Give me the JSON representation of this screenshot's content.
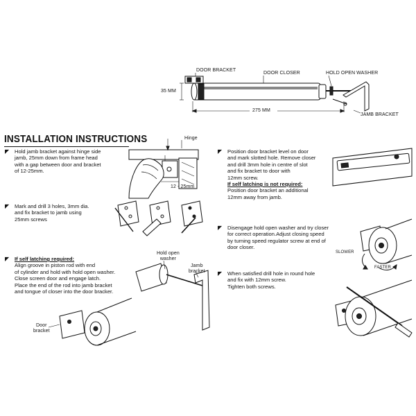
{
  "top_diagram": {
    "door_bracket": "DOOR BRACKET",
    "door_closer": "DOOR CLOSER",
    "hold_open_washer": "HOLD OPEN WASHER",
    "jamb_bracket": "JAMB BRACKET",
    "height_dim": "35 MM",
    "length_dim": "275 MM"
  },
  "heading": "INSTALLATION INSTRUCTIONS",
  "steps": [
    {
      "id": "step-1",
      "lines": [
        {
          "text": "Hold jamb bracket against hinge side"
        },
        {
          "text": "jamb, 25mm down from frame head"
        },
        {
          "text": "with a gap between door and bracket"
        },
        {
          "text": "of 12-25mm."
        }
      ]
    },
    {
      "id": "step-2",
      "lines": [
        {
          "text": "Mark and drill 3 holes, 3mm dia."
        },
        {
          "text": "and fix bracket to jamb using"
        },
        {
          "text": "25mm screws"
        }
      ]
    },
    {
      "id": "step-3",
      "lines": [
        {
          "text": "If self latching required:",
          "bold": true
        },
        {
          "text": "Align groove in piston rod with end"
        },
        {
          "text": "of cylinder and hold with hold open washer."
        },
        {
          "text": "Close screen door and engage latch."
        },
        {
          "text": "Place the end of the rod into jamb bracket"
        },
        {
          "text": "and tongue of closer into the door bracker."
        }
      ]
    },
    {
      "id": "step-4",
      "lines": [
        {
          "text": "Position door bracket level on door"
        },
        {
          "text": "and mark slotted hole. Remove closer"
        },
        {
          "text": "and drill 3mm hole in centre of slot"
        },
        {
          "text": "and fix bracket to door with"
        },
        {
          "text": "12mm screw."
        },
        {
          "text": "If self latching is not required:",
          "bold": true
        },
        {
          "text": "Position door bracket an additional"
        },
        {
          "text": "12mm away from jamb."
        }
      ]
    },
    {
      "id": "step-5",
      "lines": [
        {
          "text": "Disengage hold open washer and try closer"
        },
        {
          "text": "for correct operation.Adjust closing speed"
        },
        {
          "text": "by turning speed regulator screw at end of"
        },
        {
          "text": "door closer."
        }
      ]
    },
    {
      "id": "step-6",
      "lines": [
        {
          "text": "When satisfied drill hole in round hole"
        },
        {
          "text": "and fix with 12mm screw."
        },
        {
          "text": "Tighten both screws."
        }
      ]
    }
  ],
  "figure_labels": {
    "hinge": "Hinge",
    "gap_range": "12 - 25mm",
    "hold_open_washer": "Hold open\nwasher",
    "jamb_bracket": "Jamb\nbracket",
    "door_bracket": "Door\nbracket",
    "slower": "SLOWER",
    "faster": "FASTER"
  },
  "icons": {
    "step_marker": "arrow-marker-icon"
  }
}
